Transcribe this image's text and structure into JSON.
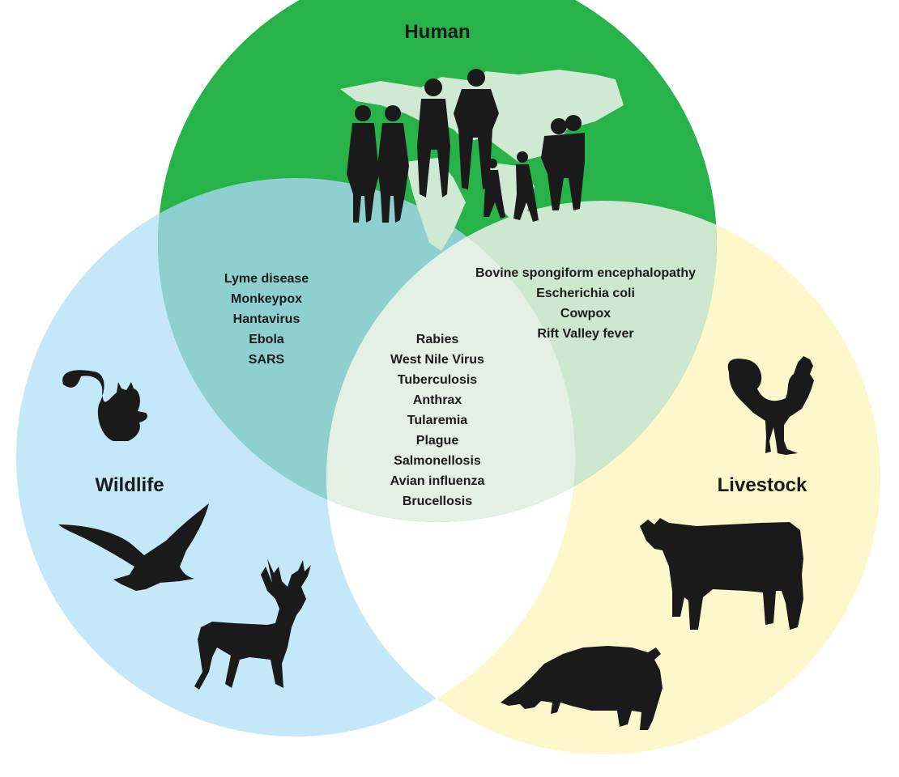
{
  "diagram": {
    "type": "venn",
    "sets": [
      {
        "id": "human",
        "label": "Human",
        "color": "#27b24a"
      },
      {
        "id": "wildlife",
        "label": "Wildlife",
        "color": "#c5e8f8"
      },
      {
        "id": "livestock",
        "label": "Livestock",
        "color": "#fdf8cc"
      }
    ],
    "regions": {
      "human_wildlife": {
        "color": "#8ecfd0",
        "items": [
          "Lyme disease",
          "Monkeypox",
          "Hantavirus",
          "Ebola",
          "SARS"
        ]
      },
      "human_livestock": {
        "color": "#cde8cf",
        "items": [
          "Bovine spongiform encephalopathy",
          "Escherichia coli",
          "Cowpox",
          "Rift Valley fever"
        ]
      },
      "all_three": {
        "color": "#e3f0e3",
        "items": [
          "Rabies",
          "West Nile Virus",
          "Tuberculosis",
          "Anthrax",
          "Tularemia",
          "Plague",
          "Salmonellosis",
          "Avian influenza",
          "Brucellosis"
        ]
      },
      "wildlife_livestock": {
        "color": "#ffffff",
        "items": []
      }
    },
    "illustrations": {
      "human": [
        "world-map",
        "people-group"
      ],
      "wildlife": [
        "squirrel",
        "bird",
        "deer"
      ],
      "livestock": [
        "rooster",
        "cow",
        "pig"
      ]
    },
    "silhouette_color": "#1a1a1a",
    "map_color": "#cfe9d2"
  }
}
